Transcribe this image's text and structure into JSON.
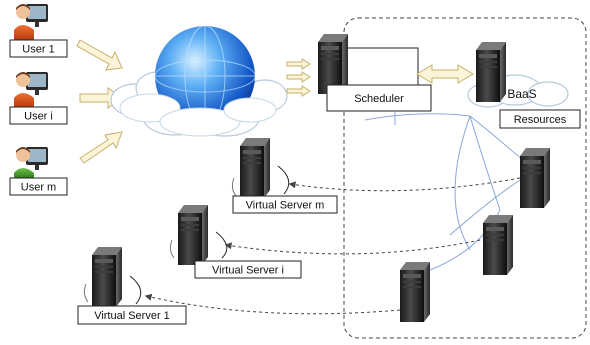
{
  "users": [
    {
      "label": "User 1"
    },
    {
      "label": "User i"
    },
    {
      "label": "User m"
    }
  ],
  "scheduler": {
    "label": "Scheduler"
  },
  "baas": {
    "label": "BaaS"
  },
  "resources": {
    "label": "Resources"
  },
  "virtual_servers": [
    {
      "label": "Virtual Server m"
    },
    {
      "label": "Virtual Server i"
    },
    {
      "label": "Virtual Server 1"
    }
  ],
  "colors": {
    "arrow_fill": "#fbf4d9",
    "arrow_stroke": "#c9b06a",
    "globe_blue": "#1d6fe0",
    "server_dark": "#2a2a2a",
    "link_blue": "#8aa8d8",
    "dashed_border": "#444444"
  },
  "icons": [
    "user-icon",
    "globe-icon",
    "cloud-icon",
    "server-icon",
    "double-arrow-icon",
    "dashed-curve-arrow-icon"
  ]
}
